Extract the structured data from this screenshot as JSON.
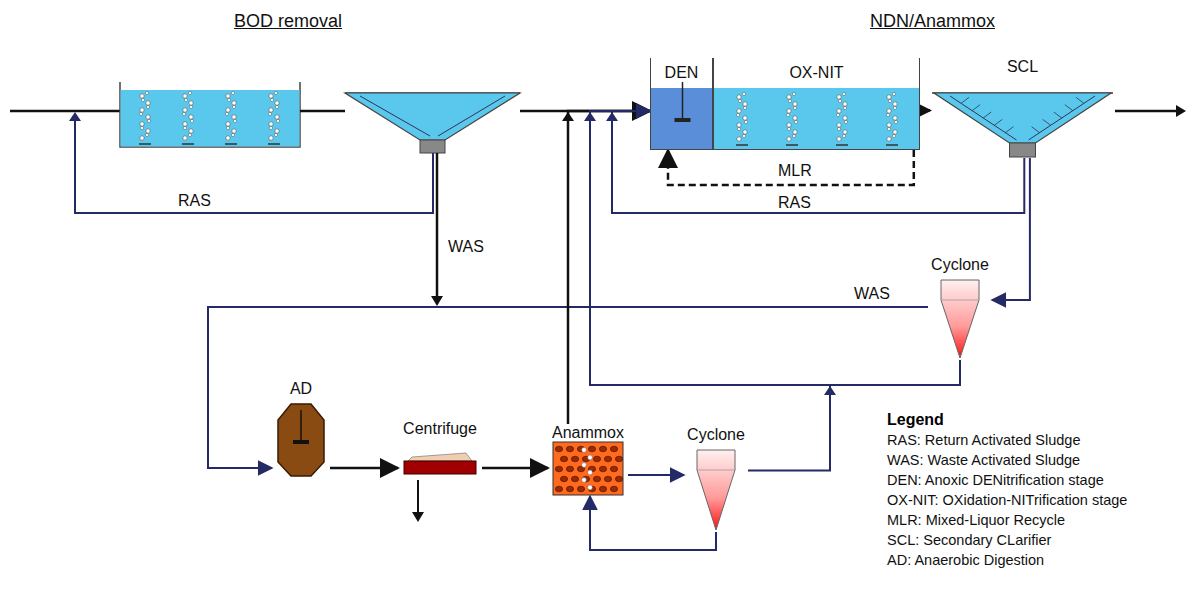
{
  "diagram": {
    "nodes": [
      {
        "text": [
          "DEN"
        ]
      },
      {
        "text": [
          "OX-NIT"
        ]
      },
      {
        "text": [
          "SCL"
        ]
      },
      {
        "text": [
          "Cyclone"
        ]
      },
      {
        "text": [
          "AD"
        ]
      },
      {
        "text": [
          "Centrifuge"
        ]
      },
      {
        "text": [
          "Anammox"
        ]
      },
      {
        "text": [
          "Cyclone"
        ]
      }
    ],
    "edges": [
      {
        "from": 1,
        "to": 2,
        "arrow": "to"
      },
      {
        "from": 1,
        "to": 0,
        "label": "MLR",
        "arrow": "to"
      },
      {
        "from": 2,
        "to": 0,
        "label": "RAS",
        "arrow": "to"
      },
      {
        "from": 2,
        "to": 3,
        "arrow": "to"
      },
      {
        "from": 3,
        "to": 4,
        "label": "WAS",
        "arrow": "to"
      },
      {
        "from": 3,
        "to": 0,
        "arrow": "to"
      },
      {
        "from": 4,
        "to": 5,
        "arrow": "to"
      },
      {
        "from": 5,
        "to": 6,
        "arrow": "to"
      },
      {
        "from": 6,
        "to": 0,
        "arrow": "to"
      },
      {
        "from": 6,
        "to": 7,
        "arrow": "to"
      },
      {
        "from": 7,
        "to": 6,
        "arrow": "to"
      },
      {
        "from": 7,
        "to": 0,
        "arrow": "to"
      }
    ],
    "labels": [
      "BOD removal",
      "NDN/Anammox",
      "RAS",
      "WAS",
      "Legend"
    ],
    "legend": [
      {
        "text": "RAS: Return Activated Sludge"
      },
      {
        "text": "WAS: Waste Activated Sludge"
      },
      {
        "text": "DEN: Anoxic DENitrification stage"
      },
      {
        "text": "OX-NIT: OXidation-NITrification stage"
      },
      {
        "text": "MLR: Mixed-Liquor Recycle"
      },
      {
        "text": "SCL: Secondary CLarifier"
      },
      {
        "text": "AD: Anaerobic Digestion"
      }
    ]
  }
}
